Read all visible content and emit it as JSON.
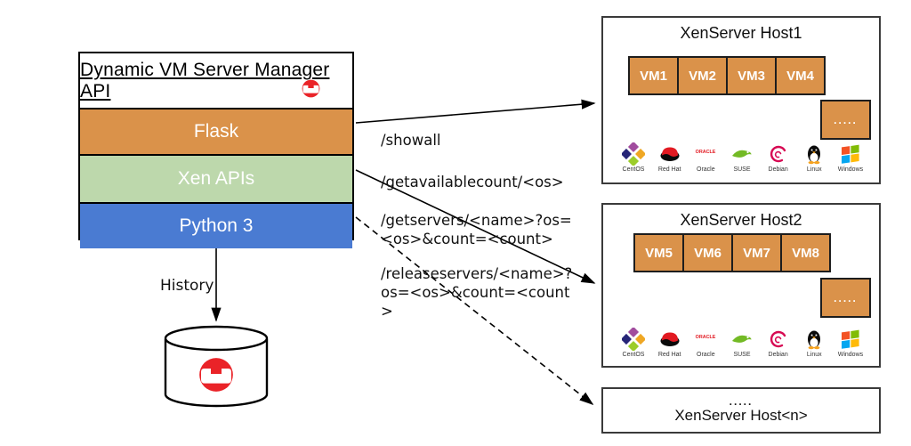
{
  "api_stack": {
    "title": "Dynamic VM Server Manager API",
    "layers": [
      {
        "label": "Flask",
        "color": "#DA924A"
      },
      {
        "label": "Xen APIs",
        "color": "#BDD8AC"
      },
      {
        "label": "Python 3",
        "color": "#4A7BD2"
      }
    ]
  },
  "endpoints": [
    "/showall",
    "/getavailablecount/<os>",
    "/getservers/<name>?os=<os>&count=<count>",
    "/releaseservers/<name>?os=<os>&count=<count>"
  ],
  "history_label": "History",
  "os_list": [
    {
      "name": "CentOS",
      "icon": "centos-icon"
    },
    {
      "name": "Red Hat",
      "icon": "redhat-icon"
    },
    {
      "name": "Oracle",
      "icon": "oracle-icon"
    },
    {
      "name": "SUSE",
      "icon": "suse-icon"
    },
    {
      "name": "Debian",
      "icon": "debian-icon"
    },
    {
      "name": "Linux",
      "icon": "linux-icon"
    },
    {
      "name": "Windows",
      "icon": "windows-icon"
    }
  ],
  "hosts": [
    {
      "title": "XenServer Host1",
      "vms": [
        "VM1",
        "VM2",
        "VM3",
        "VM4"
      ],
      "more": "....."
    },
    {
      "title": "XenServer Host2",
      "vms": [
        "VM5",
        "VM6",
        "VM7",
        "VM8"
      ],
      "more": "....."
    },
    {
      "title": "XenServer Host<n>",
      "more": "....."
    }
  ],
  "colors": {
    "vm_fill": "#DA924A",
    "flask_orange": "#DA924A",
    "xen_green": "#BDD8AC",
    "python_blue": "#4A7BD2",
    "couchbase_red": "#EA2328"
  }
}
